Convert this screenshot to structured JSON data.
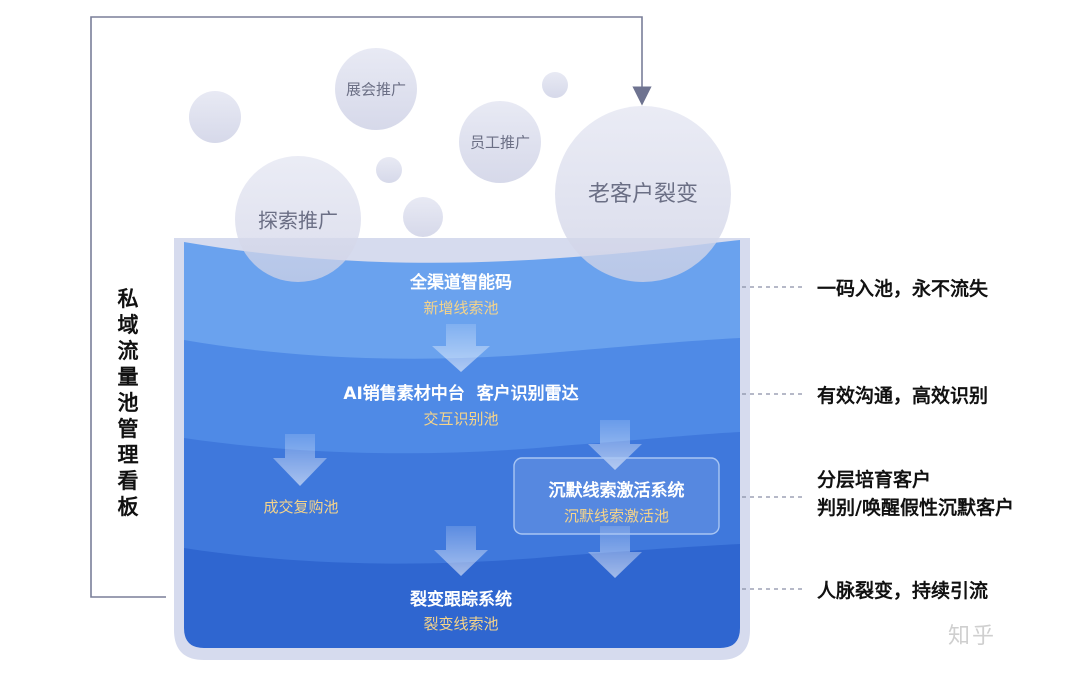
{
  "side_title": "私域流量池管理看板",
  "bubbles": [
    {
      "key": "explore",
      "label": "探索推广"
    },
    {
      "key": "expo",
      "label": "展会推广"
    },
    {
      "key": "staff",
      "label": "员工推广"
    },
    {
      "key": "referral",
      "label": "老客户裂变"
    }
  ],
  "layers": {
    "layer1": {
      "title": "全渠道智能码",
      "sub": "新增线索池"
    },
    "layer2": {
      "title": "AI销售素材中台  客户识别雷达",
      "sub": "交互识别池"
    },
    "layer3_left": {
      "sub": "成交复购池"
    },
    "layer3_box": {
      "title": "沉默线索激活系统",
      "sub": "沉默线索激活池"
    },
    "layer4": {
      "title": "裂变跟踪系统",
      "sub": "裂变线索池"
    }
  },
  "annotations": {
    "a1": "一码入池，永不流失",
    "a2": "有效沟通，高效识别",
    "a3_line1": "分层培育客户",
    "a3_line2": "判别/唤醒假性沉默客户",
    "a4": "人脉裂变，持续引流"
  },
  "watermark": "知乎"
}
